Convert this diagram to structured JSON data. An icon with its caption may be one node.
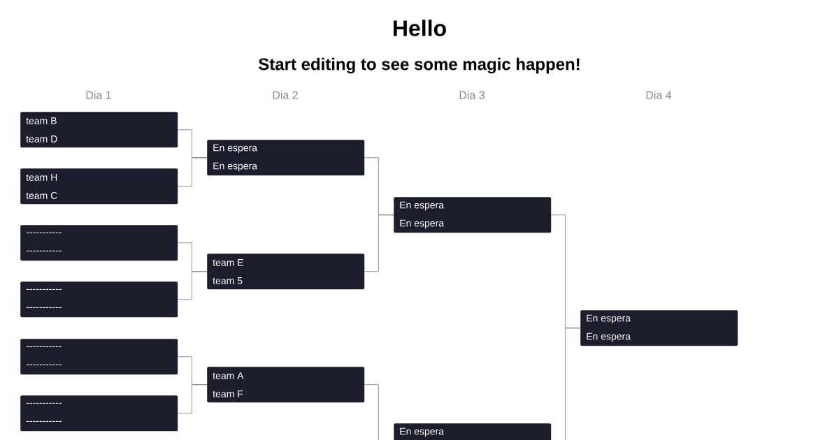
{
  "diagram": {
    "title": "Hello",
    "nodes": [
      {
        "text": [
          "team B",
          "team D"
        ]
      },
      {
        "text": [
          "team H",
          "team C"
        ]
      },
      {
        "text": [
          "-----------",
          "-----------"
        ]
      },
      {
        "text": [
          "-----------",
          "-----------"
        ]
      },
      {
        "text": [
          "-----------",
          "-----------"
        ]
      },
      {
        "text": [
          "-----------",
          "-----------"
        ]
      },
      {
        "text": [
          "En espera",
          "En espera"
        ]
      },
      {
        "text": [
          "team E",
          "team 5"
        ]
      },
      {
        "text": [
          "team A",
          "team F"
        ]
      },
      {
        "text": [
          "En espera",
          "En espera"
        ]
      },
      {
        "text": [
          "En espera"
        ]
      },
      {
        "text": [
          "En espera",
          "En espera"
        ]
      }
    ],
    "edges": [
      {
        "from": 0,
        "to": 6,
        "arrow": "none"
      },
      {
        "from": 1,
        "to": 6,
        "arrow": "none"
      },
      {
        "from": 2,
        "to": 7,
        "arrow": "none"
      },
      {
        "from": 3,
        "to": 7,
        "arrow": "none"
      },
      {
        "from": 4,
        "to": 8,
        "arrow": "none"
      },
      {
        "from": 5,
        "to": 8,
        "arrow": "none"
      },
      {
        "from": 6,
        "to": 9,
        "arrow": "none"
      },
      {
        "from": 7,
        "to": 9,
        "arrow": "none"
      },
      {
        "from": 8,
        "to": 10,
        "arrow": "none"
      },
      {
        "from": 9,
        "to": 11,
        "arrow": "none"
      },
      {
        "from": 10,
        "to": 11,
        "arrow": "none"
      }
    ],
    "labels": [
      "Start editing to see some magic happen!",
      "Dia 1",
      "Dia 2",
      "Dia 3",
      "Dia 4"
    ]
  }
}
